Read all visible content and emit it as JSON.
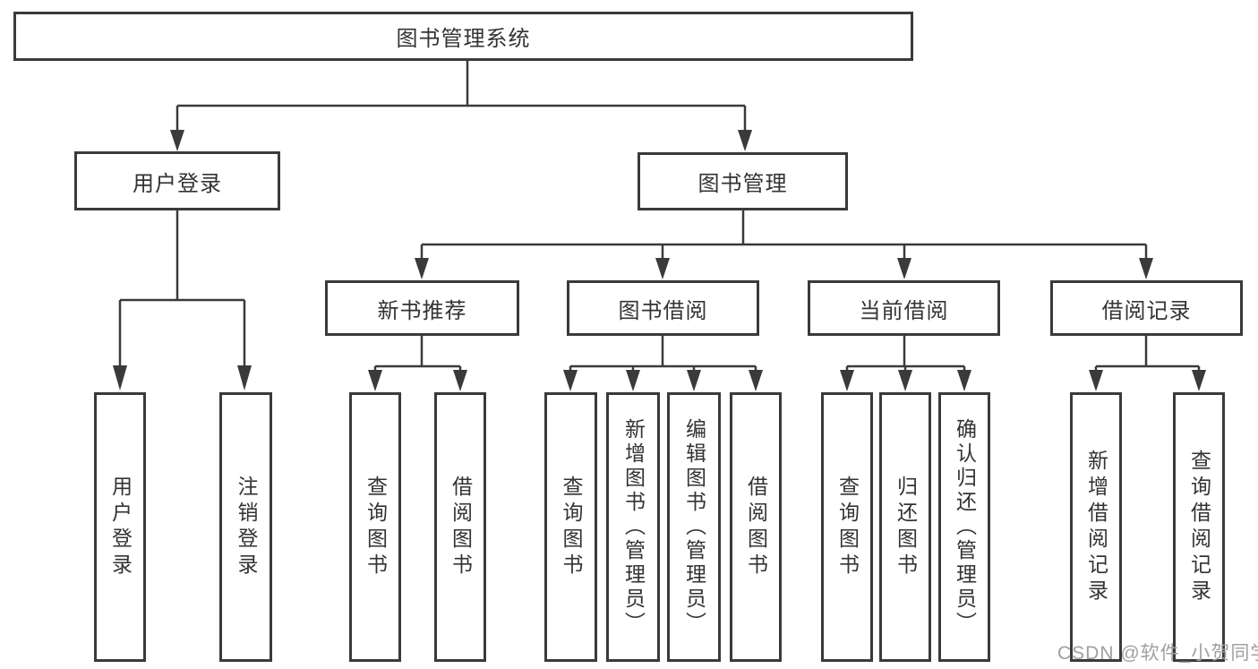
{
  "diagram": {
    "type": "hierarchy-tree",
    "tree": {
      "label": "图书管理系统",
      "children": [
        {
          "label": "用户登录",
          "children": [
            {
              "label": "用户登录"
            },
            {
              "label": "注销登录"
            }
          ]
        },
        {
          "label": "图书管理",
          "children": [
            {
              "label": "新书推荐",
              "children": [
                {
                  "label": "查询图书"
                },
                {
                  "label": "借阅图书"
                }
              ]
            },
            {
              "label": "图书借阅",
              "children": [
                {
                  "label": "查询图书"
                },
                {
                  "label": "新增图书（管理员）"
                },
                {
                  "label": "编辑图书（管理员）"
                },
                {
                  "label": "借阅图书"
                }
              ]
            },
            {
              "label": "当前借阅",
              "children": [
                {
                  "label": "查询图书"
                },
                {
                  "label": "归还图书"
                },
                {
                  "label": "确认归还（管理员）"
                }
              ]
            },
            {
              "label": "借阅记录",
              "children": [
                {
                  "label": "新增借阅记录"
                },
                {
                  "label": "查询借阅记录"
                }
              ]
            }
          ]
        }
      ]
    },
    "watermark": "CSDN @软件_小贺同学",
    "colors": {
      "line": "#3a3a3a",
      "text": "#333333",
      "background": "#ffffff",
      "watermark": "#a0a0a0"
    }
  }
}
